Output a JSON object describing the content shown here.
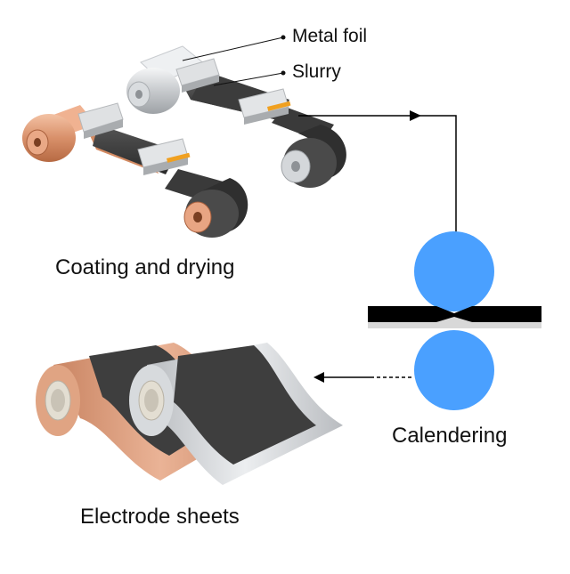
{
  "labels": {
    "metal_foil": "Metal foil",
    "slurry": "Slurry",
    "coating_and_drying": "Coating and drying",
    "calendering": "Calendering",
    "electrode_sheets": "Electrode sheets"
  },
  "colors": {
    "copper": "#d9906a",
    "aluminum": "#cfd2d6",
    "coating": "#3a3a3a",
    "roller": "#4aa0ff",
    "arrow": "#000000"
  },
  "icons": {
    "copper_machine": "copper-coater-icon",
    "aluminum_machine": "aluminum-coater-icon",
    "rollers": "calender-roller-icon",
    "copper_sheet": "copper-electrode-roll-icon",
    "aluminum_sheet": "aluminum-electrode-roll-icon"
  }
}
